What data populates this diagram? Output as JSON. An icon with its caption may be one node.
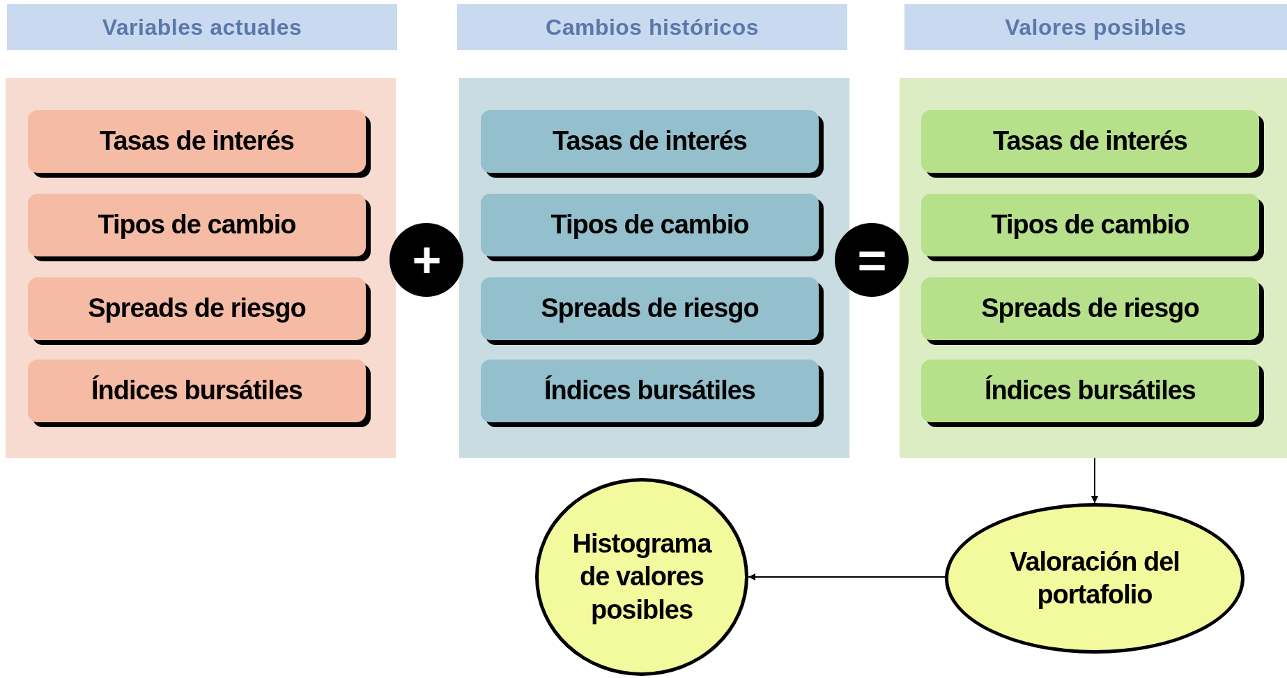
{
  "diagram": {
    "nodes": [
      {
        "text": [
          "Variables actuales"
        ]
      },
      {
        "text": [
          "Cambios históricos"
        ]
      },
      {
        "text": [
          "Valores posibles"
        ]
      },
      {
        "text": [],
        "shape": "box"
      },
      {
        "text": [
          "Tasas de interés"
        ],
        "in": 3
      },
      {
        "text": [
          "Tipos de cambio"
        ],
        "in": 3
      },
      {
        "text": [
          "Spreads de riesgo"
        ],
        "in": 3
      },
      {
        "text": [
          "Índices bursátiles"
        ],
        "in": 3
      },
      {
        "text": [
          "+"
        ]
      },
      {
        "text": [],
        "shape": "box"
      },
      {
        "text": [
          "Tasas de interés"
        ],
        "in": 9
      },
      {
        "text": [
          "Tipos de cambio"
        ],
        "in": 9
      },
      {
        "text": [
          "Spreads de riesgo"
        ],
        "in": 9
      },
      {
        "text": [
          "Índices bursátiles"
        ],
        "in": 9
      },
      {
        "text": [
          "="
        ]
      },
      {
        "text": [],
        "shape": "box"
      },
      {
        "text": [
          "Tasas de interés"
        ],
        "in": 15
      },
      {
        "text": [
          "Tipos de cambio"
        ],
        "in": 15
      },
      {
        "text": [
          "Spreads de riesgo"
        ],
        "in": 15
      },
      {
        "text": [
          "Índices bursátiles"
        ],
        "in": 15
      },
      {
        "text": [
          "Valoración del portafolio"
        ]
      },
      {
        "text": [
          "Histograma de valores posibles"
        ]
      }
    ],
    "edges": [
      {
        "from": 15,
        "to": 20,
        "arrow": "to"
      },
      {
        "from": 20,
        "to": 21,
        "arrow": "to"
      }
    ]
  }
}
